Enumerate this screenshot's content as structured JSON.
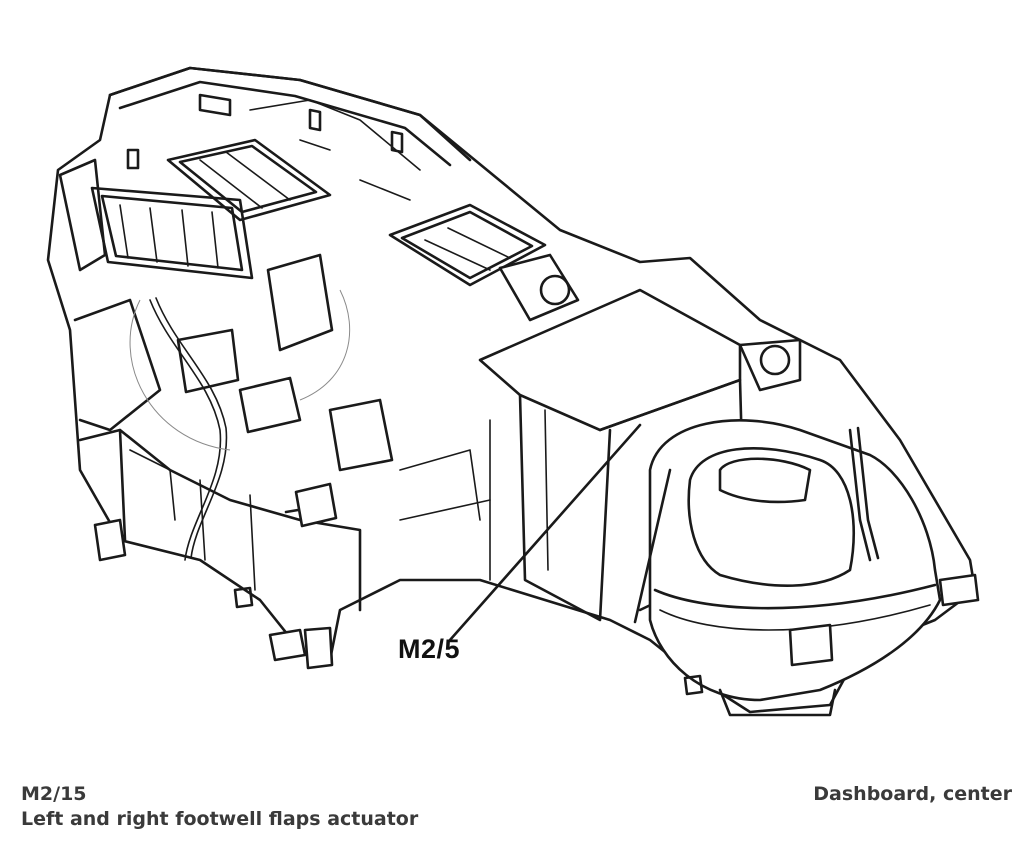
{
  "diagram": {
    "callout_label": "M2/5"
  },
  "caption": {
    "component_code": "M2/15",
    "component_description": "Left and right footwell flaps actuator",
    "location": "Dashboard, center"
  }
}
